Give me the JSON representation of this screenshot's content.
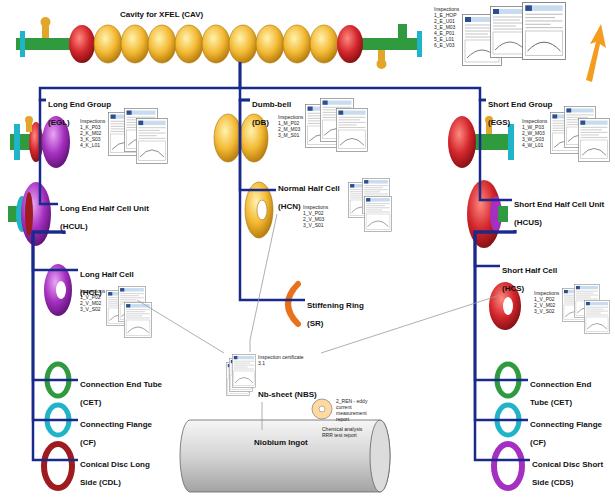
{
  "diagram": {
    "nodes": [
      {
        "text": [
          "Cavity for XFEL (CAV)"
        ]
      },
      {
        "text": [
          "Long End Group (EGL)"
        ]
      },
      {
        "text": [
          "Dumb-bell (DB)"
        ]
      },
      {
        "text": [
          "Short End Group (EGS)"
        ]
      },
      {
        "text": [
          "Long End Half Cell Unit (HCUL)"
        ]
      },
      {
        "text": [
          "Normal Half Cell (HCN)"
        ]
      },
      {
        "text": [
          "Short End Half Cell Unit (HCUS)"
        ]
      },
      {
        "text": [
          "Long Half Cell (HCL)"
        ]
      },
      {
        "text": [
          "Stiffening Ring (SR)"
        ]
      },
      {
        "text": [
          "Short Half Cell (HCS)"
        ]
      },
      {
        "text": [
          "Connection End Tube (CET)"
        ]
      },
      {
        "text": [
          "Connecting Flange (CF)"
        ]
      },
      {
        "text": [
          "Conical Disc Long Side (CDL)"
        ]
      },
      {
        "text": [
          "Connection End Tube (CET)"
        ]
      },
      {
        "text": [
          "Connecting Flange (CF)"
        ]
      },
      {
        "text": [
          "Conical Disc Short Side (CDS)"
        ]
      },
      {
        "text": [
          "Nb-sheet (NBS)"
        ]
      },
      {
        "text": [
          "Niobium Ingot"
        ]
      }
    ],
    "edges": [
      {
        "from": 0,
        "to": 1,
        "arrow": "none"
      },
      {
        "from": 0,
        "to": 2,
        "arrow": "none"
      },
      {
        "from": 0,
        "to": 3,
        "arrow": "none"
      },
      {
        "from": 1,
        "to": 4,
        "arrow": "none"
      },
      {
        "from": 2,
        "to": 5,
        "arrow": "none"
      },
      {
        "from": 2,
        "to": 8,
        "arrow": "none"
      },
      {
        "from": 3,
        "to": 6,
        "arrow": "none"
      },
      {
        "from": 4,
        "to": 7,
        "arrow": "none"
      },
      {
        "from": 4,
        "to": 10,
        "arrow": "none"
      },
      {
        "from": 4,
        "to": 11,
        "arrow": "none"
      },
      {
        "from": 4,
        "to": 12,
        "arrow": "none"
      },
      {
        "from": 6,
        "to": 9,
        "arrow": "none"
      },
      {
        "from": 6,
        "to": 13,
        "arrow": "none"
      },
      {
        "from": 6,
        "to": 14,
        "arrow": "none"
      },
      {
        "from": 6,
        "to": 15,
        "arrow": "none"
      },
      {
        "from": 16,
        "to": 7,
        "arrow": "none"
      },
      {
        "from": 16,
        "to": 5,
        "arrow": "none"
      },
      {
        "from": 16,
        "to": 9,
        "arrow": "none"
      },
      {
        "from": 16,
        "to": 17,
        "arrow": "none"
      }
    ],
    "labels": [
      "Inspections 1_E_HOP 2_E_U01 3_E_M03 4_E_P01 5_E_L01 6_E_V03",
      "Inspections 1_K_P03 2_K_M02 3_K_S03 4_K_L01",
      "Inspections 1_M_P02 2_M_M03 3_M_S01",
      "Inspections 1_W_P03 2_W_M03 3_W_S03 4_W_L01",
      "Inspections 1_V_P02 2_V_M03 3_V_S01",
      "Inspections 1_V_P02 2_V_M02 3_V_S02",
      "Inspections 1_V_P02 2_V_M02 3_V_S02",
      "Inspection certificate 3.1",
      "2_REN - eddy current measurement report",
      "Chemical analysis RRR test report"
    ]
  }
}
